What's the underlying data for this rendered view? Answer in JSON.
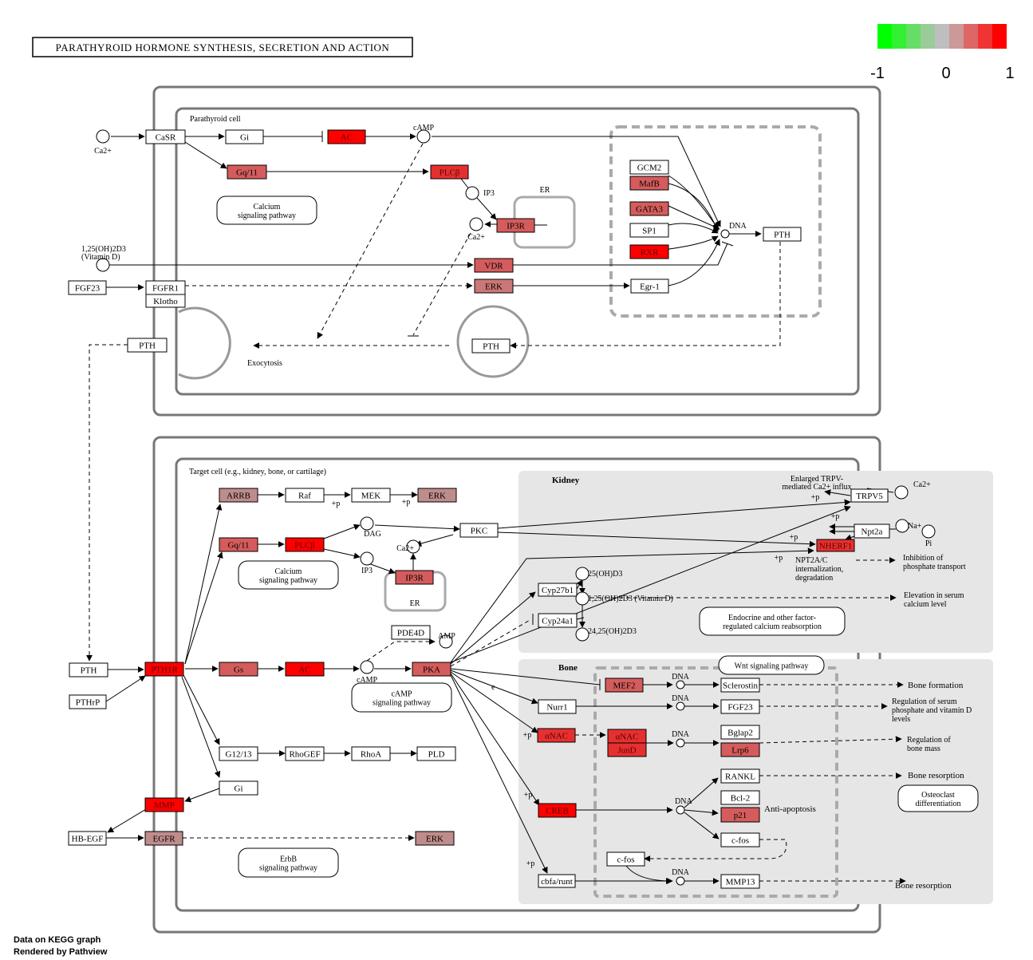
{
  "title": "PARATHYROID HORMONE SYNTHESIS, SECRETION AND ACTION",
  "legend": {
    "colors": [
      "#00ff00",
      "#33f033",
      "#66dd66",
      "#99cc99",
      "#bebebe",
      "#cc9999",
      "#dd6666",
      "#f03333",
      "#ff0000"
    ],
    "min_label": "-1",
    "mid_label": "0",
    "max_label": "1"
  },
  "compartments": {
    "parathyroid_cell": "Parathyroid cell",
    "er": "ER",
    "target_cell": "Target cell (e.g., kidney, bone, or cartilage)",
    "kidney": "Kidney",
    "bone": "Bone",
    "exocytosis": "Exocytosis"
  },
  "parathyroid_genes": {
    "casr": "CaSR",
    "gi": "Gi",
    "ac": "AC",
    "gq11": "Gq/11",
    "plcb": "PLCβ",
    "ip3r": "IP3R",
    "gcm2": "GCM2",
    "mafb": "MafB",
    "gata3": "GATA3",
    "sp1": "SP1",
    "rxr": "RXR",
    "pth": "PTH",
    "vdr": "VDR",
    "erk": "ERK",
    "egr1": "Egr-1",
    "fgf23": "FGF23",
    "fgfr1": "FGFR1",
    "klotho": "Klotho",
    "pth_out": "PTH",
    "pth_vesicle": "PTH"
  },
  "target_genes": {
    "arrb": "ARRB",
    "raf": "Raf",
    "mek": "MEK",
    "erk1": "ERK",
    "gq11": "Gq/11",
    "plcb": "PLCβ",
    "pkc": "PKC",
    "ip3r": "IP3R",
    "pth": "PTH",
    "pth1r": "PTH1R",
    "pthrp": "PTHrP",
    "gs": "Gs",
    "ac": "AC",
    "pka": "PKA",
    "pde4d": "PDE4D",
    "g1213": "G12/13",
    "rhogef": "RhoGEF",
    "rhoa": "RhoA",
    "pld": "PLD",
    "gi": "Gi",
    "mmp": "MMP",
    "hbegf": "HB-EGF",
    "egfr": "EGFR",
    "erk2": "ERK",
    "trpv5": "TRPV5",
    "npt2a": "Npt2a",
    "nherf1": "NHERF1",
    "cyp27b1": "Cyp27b1",
    "cyp24a1": "Cyp24a1",
    "mef2": "MEF2",
    "sclerostin": "Sclerostin",
    "nurr1": "Nurr1",
    "fgf23": "FGF23",
    "anac1": "αNAC",
    "anac2": "αNAC",
    "jund": "JunD",
    "bglap2": "Bglap2",
    "lrp6": "Lrp6",
    "rankl": "RANKL",
    "creb": "CREB",
    "bcl2": "Bcl-2",
    "p21": "p21",
    "cfos1": "c-fos",
    "cfos2": "c-fos",
    "cbfa": "cbfa/runt",
    "mmp13": "MMP13"
  },
  "pathway_links": {
    "calcium1": [
      "Calcium",
      "signaling pathway"
    ],
    "calcium2": [
      "Calcium",
      "signaling pathway"
    ],
    "camp": [
      "cAMP",
      "signaling pathway"
    ],
    "erbb": [
      "ErbB",
      "signaling pathway"
    ],
    "endocrine": [
      "Endocrine and other factor-",
      "regulated calcium reabsorption"
    ],
    "wnt": [
      "Wnt signaling pathway"
    ],
    "osteoclast": [
      "Osteoclast",
      "differentiation"
    ]
  },
  "compounds": {
    "ca2": "Ca2+",
    "camp": "cAMP",
    "ip3": "IP3",
    "vitd": "1,25(OH)2D3",
    "vitd_sub": "(Vitamin D)",
    "dag": "DAG",
    "amp": "AMP",
    "oh25d3": "25(OH)D3",
    "oh125d3": "1,25(OH)2D3  (Vitamin D)",
    "oh2425d3": "24,25(OH)2D3",
    "na": "Na+",
    "pi": "Pi",
    "dna": "DNA"
  },
  "annotations": {
    "p": "+p",
    "e": "e",
    "enlarged_trpv": [
      "Enlarged TRPV-",
      "mediated Ca2+ influx"
    ],
    "npt2ac": [
      "NPT2A/C",
      "internalization,",
      "degradation"
    ],
    "inhibition": [
      "Inhibition of",
      "phosphate transport"
    ],
    "elevation": [
      "Elevation in serum",
      "calcium level"
    ],
    "bone_formation": "Bone formation",
    "regulation_serum": [
      "Regulation of serum",
      "phosphate and vitamin D",
      "levels"
    ],
    "regulation_bone": [
      "Regulation of",
      "bone mass"
    ],
    "bone_resorption1": "Bone resorption",
    "anti_apoptosis": "Anti-apoptosis",
    "bone_resorption2": "Bone resorption"
  },
  "footer": [
    "Data on KEGG graph",
    "Rendered by Pathview"
  ]
}
